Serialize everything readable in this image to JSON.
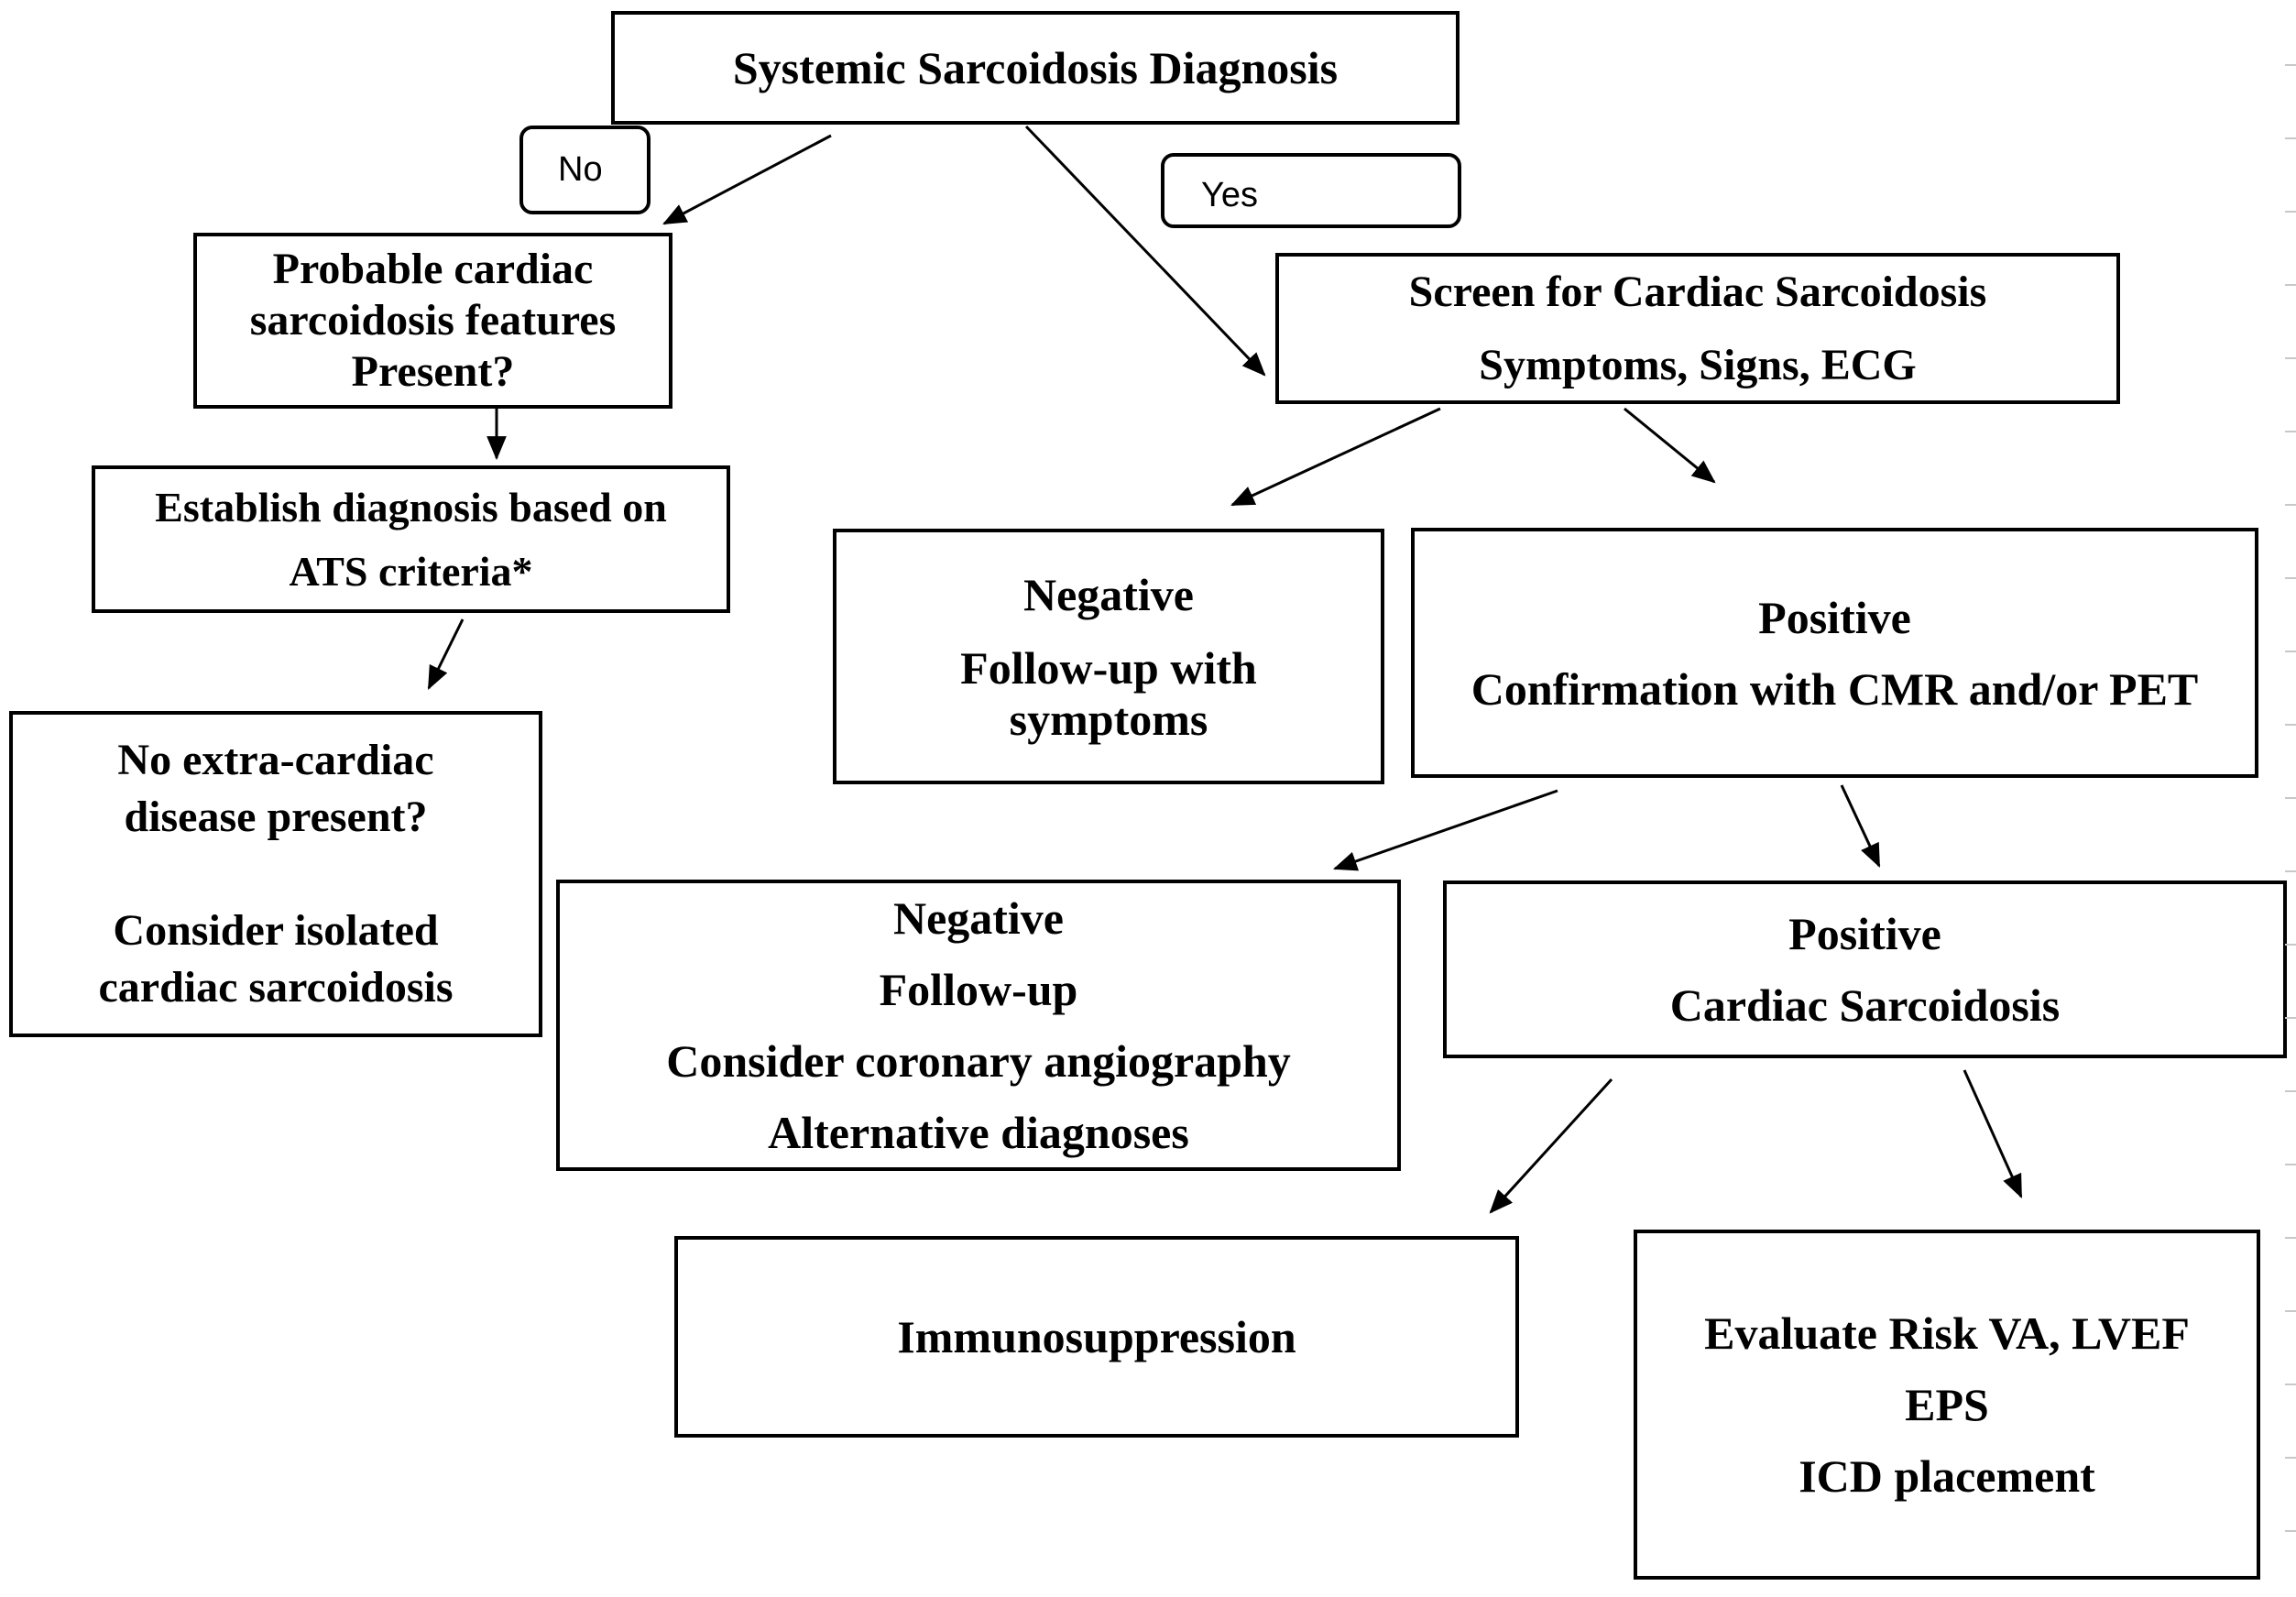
{
  "nodes": {
    "systemic": {
      "lines": [
        "Systemic Sarcoidosis Diagnosis"
      ]
    },
    "probable": {
      "lines": [
        "Probable cardiac",
        "sarcoidosis features",
        "Present?"
      ]
    },
    "establish": {
      "lines": [
        "Establish diagnosis based on",
        "ATS criteria*"
      ]
    },
    "isolated": {
      "lines": [
        "No extra-cardiac",
        "disease present?",
        "",
        "Consider isolated",
        "cardiac sarcoidosis"
      ]
    },
    "screen": {
      "lines": [
        "Screen for Cardiac Sarcoidosis",
        "Symptoms, Signs, ECG"
      ]
    },
    "neg1": {
      "lines": [
        "Negative",
        "Follow-up with",
        "symptoms"
      ]
    },
    "pos1": {
      "lines": [
        "Positive",
        "Confirmation with CMR and/or PET"
      ]
    },
    "neg2": {
      "lines": [
        "Negative",
        "Follow-up",
        "Consider coronary angiography",
        "Alternative diagnoses"
      ]
    },
    "pos2": {
      "lines": [
        "Positive",
        "Cardiac Sarcoidosis"
      ]
    },
    "immuno": {
      "lines": [
        "Immunosuppression"
      ]
    },
    "risk": {
      "lines": [
        "Evaluate Risk VA, LVEF",
        "EPS",
        "ICD placement"
      ]
    }
  },
  "edge_labels": {
    "no": "No",
    "yes": "Yes"
  },
  "edges": [
    {
      "from": "systemic",
      "to": "probable",
      "label": "No"
    },
    {
      "from": "systemic",
      "to": "screen",
      "label": "Yes"
    },
    {
      "from": "probable",
      "to": "establish"
    },
    {
      "from": "establish",
      "to": "isolated"
    },
    {
      "from": "screen",
      "to": "neg1"
    },
    {
      "from": "screen",
      "to": "pos1"
    },
    {
      "from": "pos1",
      "to": "neg2"
    },
    {
      "from": "pos1",
      "to": "pos2"
    },
    {
      "from": "pos2",
      "to": "immuno"
    },
    {
      "from": "pos2",
      "to": "risk"
    }
  ]
}
